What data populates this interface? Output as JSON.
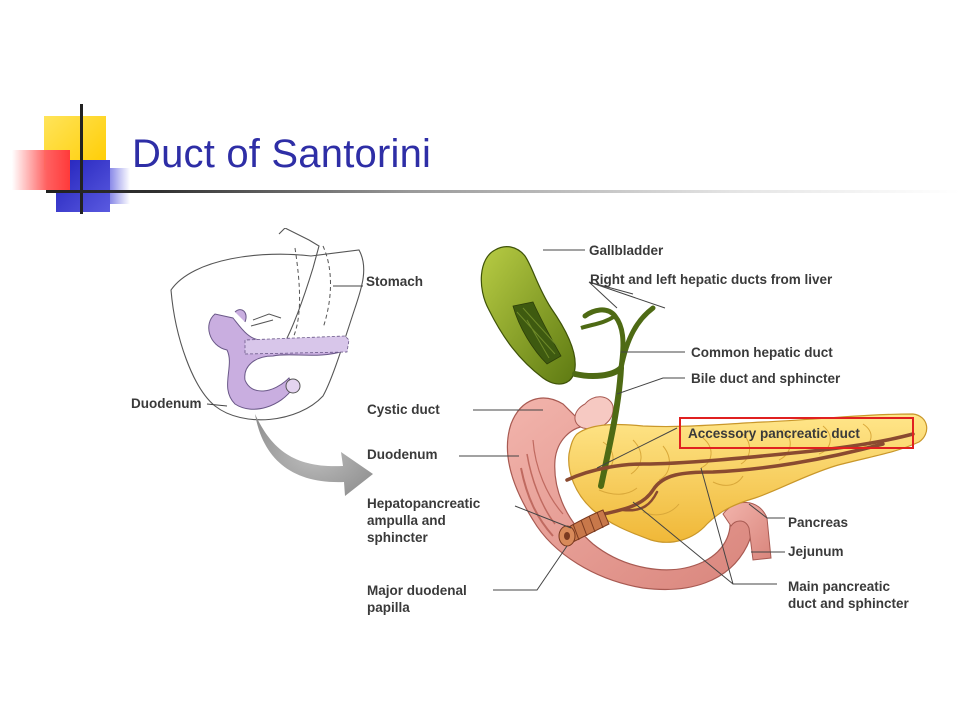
{
  "slide": {
    "title": "Duct of  Santorini"
  },
  "colors": {
    "title": "#2e2ea6",
    "accent_yellow": "#ffd200",
    "accent_blue": "#3030c8",
    "accent_red": "#ff5050",
    "highlight_box": "#e02020"
  },
  "diagram": {
    "labels": {
      "stomach": "Stomach",
      "duodenum_inset": "Duodenum",
      "gallbladder": "Gallbladder",
      "hepatic_ducts": "Right and left hepatic ducts from liver",
      "common_hepatic_duct": "Common hepatic duct",
      "bile_duct": "Bile duct and sphincter",
      "cystic_duct": "Cystic duct",
      "accessory_duct": "Accessory pancreatic duct",
      "duodenum": "Duodenum",
      "hepatopancreatic_1": "Hepatopancreatic",
      "hepatopancreatic_2": "ampulla and",
      "hepatopancreatic_3": "sphincter",
      "pancreas": "Pancreas",
      "jejunum": "Jejunum",
      "papilla_1": "Major duodenal",
      "papilla_2": "papilla",
      "main_duct_1": "Main pancreatic",
      "main_duct_2": "duct and sphincter"
    }
  }
}
